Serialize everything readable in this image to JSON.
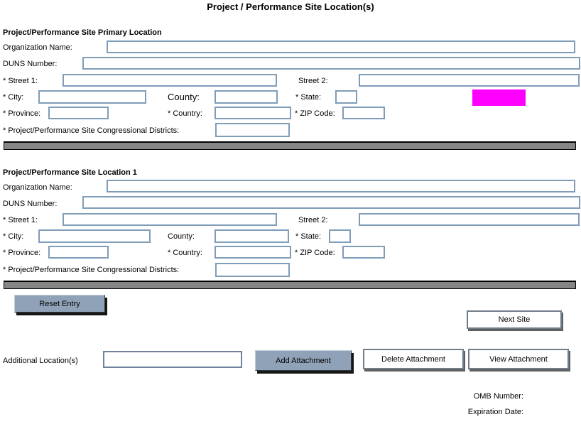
{
  "title": "Project / Performance Site Location(s)",
  "sections": [
    {
      "header": "Project/Performance Site Primary Location"
    },
    {
      "header": "Project/Performance Site Location 1"
    }
  ],
  "fields": {
    "organization": "Organization Name:",
    "duns": "DUNS Number:",
    "street1": "* Street 1:",
    "street2": "Street 2:",
    "city": "* City:",
    "county": "County:",
    "state": "* State:",
    "province": "* Province:",
    "country": "* Country:",
    "zip": "* ZIP Code:",
    "districts": "* Project/Performance Site Congressional Districts:"
  },
  "buttons": {
    "reset": "Reset Entry",
    "next_site": "Next Site",
    "add_attachment": "Add Attachment",
    "delete_attachment": "Delete Attachment",
    "view_attachment": "View Attachment"
  },
  "footer": {
    "additional_label": "Additional Location(s)",
    "omb_label": "OMB Number:",
    "expiration_label": "Expiration Date:"
  },
  "colors": {
    "input_border": "#7f9db9",
    "highlight": "#ff00ff",
    "divider_bar": "#858585",
    "button_fill": "#8fa2b8"
  }
}
